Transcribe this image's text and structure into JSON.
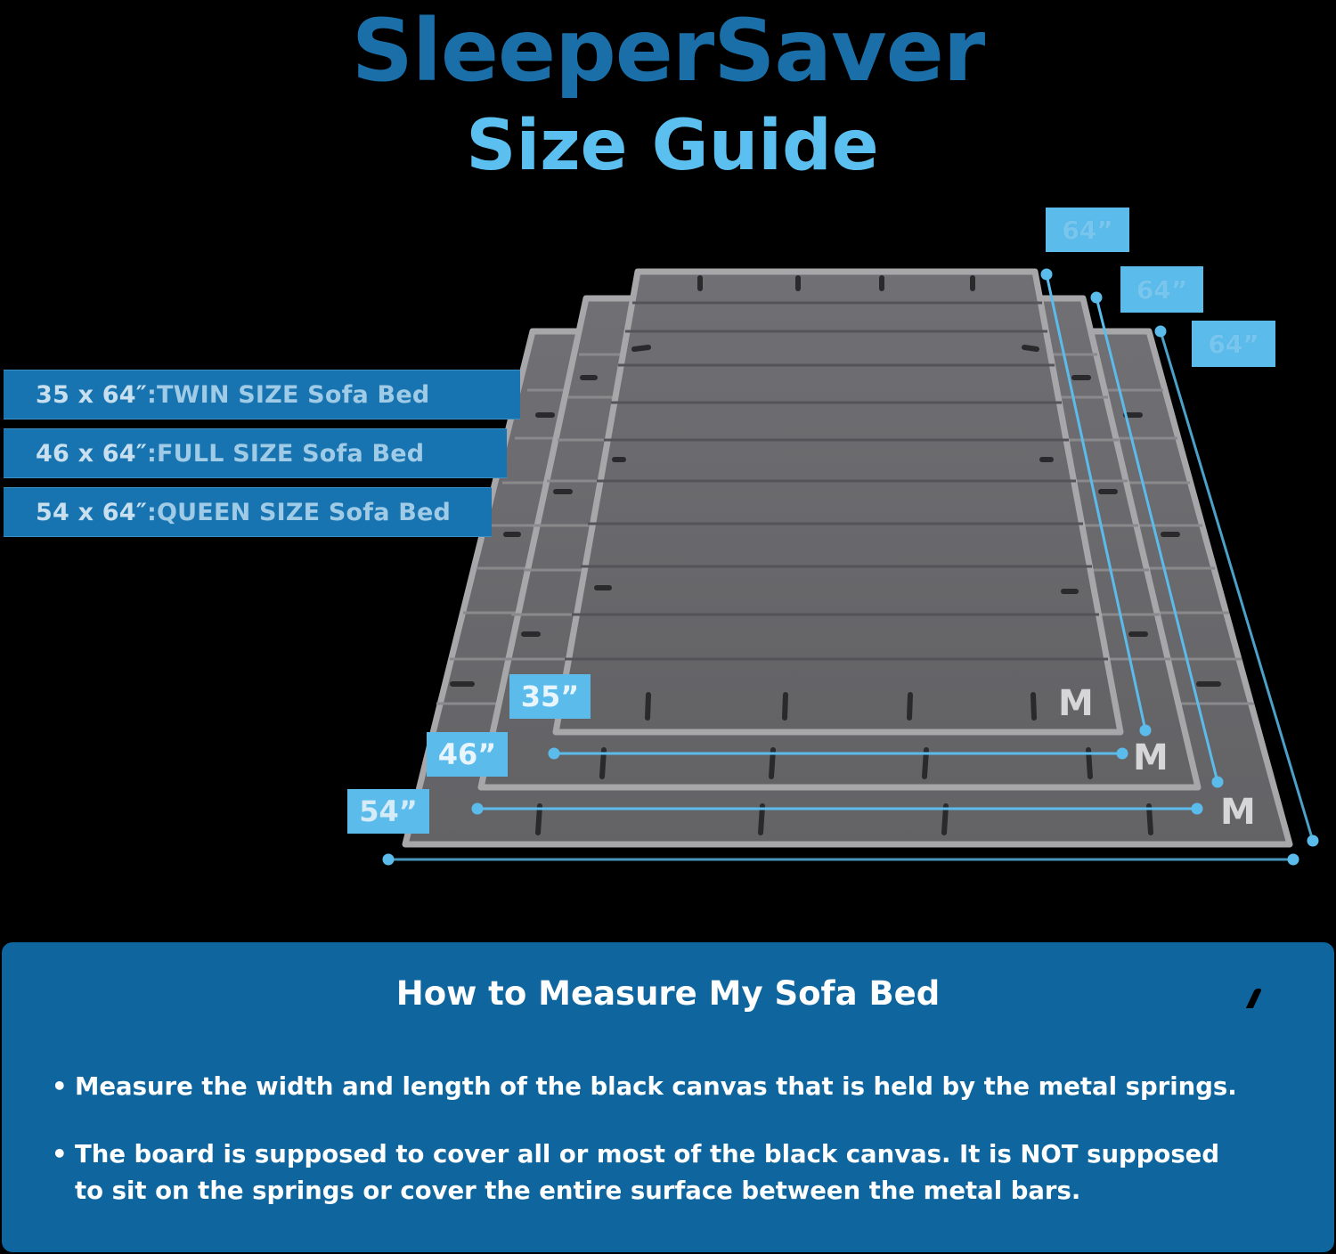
{
  "header": {
    "brand": "SleeperSaver",
    "subtitle": "Size Guide"
  },
  "sizes": [
    {
      "dims": "35 x 64″",
      "sep": " : ",
      "name": "TWIN SIZE Sofa Bed"
    },
    {
      "dims": "46 x 64″",
      "sep": " : ",
      "name": "FULL SIZE Sofa Bed"
    },
    {
      "dims": "54 x 64″",
      "sep": " : ",
      "name": "QUEEN SIZE Sofa Bed"
    }
  ],
  "diagram": {
    "widths": [
      "35”",
      "46”",
      "54”"
    ],
    "lengths": [
      "64”",
      "64”",
      "64”"
    ],
    "logo": "M",
    "colors": {
      "board_fill": "#6c6c70",
      "board_edge": "#a7a7aa",
      "seam": "#545458",
      "strap": "#2a2a2c",
      "accent_dim": "#5bbcec"
    }
  },
  "info": {
    "title": "How to Measure My Sofa Bed",
    "bullets": [
      "Measure the width and length of the black canvas that is held by the metal springs.",
      "The board is supposed to cover all or most of the black canvas. It is NOT supposed",
      "to sit on the springs or cover the entire surface between the metal bars."
    ],
    "bullet_glyph": "•"
  },
  "colors": {
    "background": "#000000",
    "brand_blue": "#1a6fa8",
    "light_blue": "#5bc0ef",
    "panel_blue": "#0f669f"
  }
}
